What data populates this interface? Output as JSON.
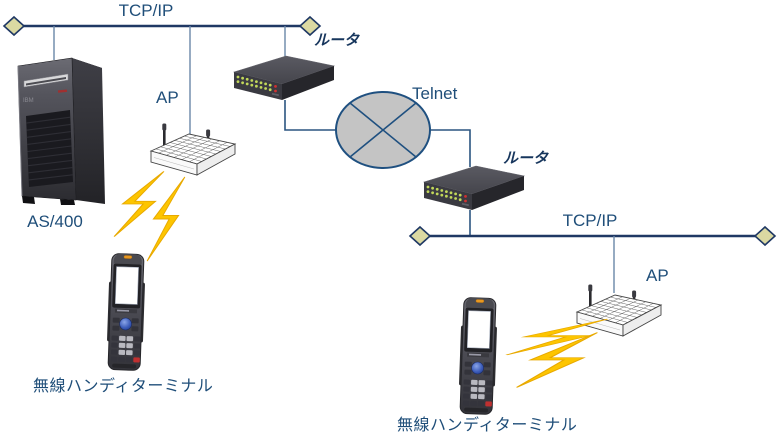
{
  "diagram": {
    "labels": {
      "tcpip_top": "TCP/IP",
      "tcpip_bottom": "TCP/IP",
      "router_top": "ルータ",
      "router_bottom": "ルータ",
      "telnet": "Telnet",
      "ap_left": "AP",
      "ap_right": "AP",
      "server": "AS/400",
      "terminal_left": "無線ハンディターミナル",
      "terminal_right": "無線ハンディターミナル"
    },
    "colors": {
      "bus_line": "#1f3864",
      "drop_line": "#6a87a8",
      "link_line": "#2b5580",
      "diamond_fill": "#dbd9a2",
      "diamond_border": "#1f3864",
      "label_blue": "#1f4e79",
      "router_label_blue": "#17365d",
      "cloud_fill": "#c4c4c4",
      "cloud_border": "#1f5080",
      "lightning_yellow": "#fdc500"
    }
  }
}
